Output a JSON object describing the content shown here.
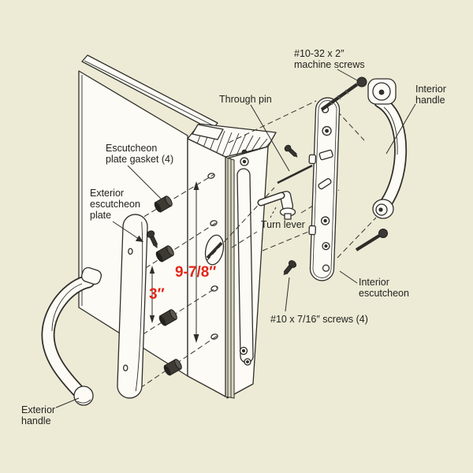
{
  "diagram": {
    "kind": "exploded-parts-diagram",
    "subject": "sliding door handle set hardware"
  },
  "colors": {
    "background": "#edebd6",
    "line_art": "#2f2e29",
    "part_fill": "#fcfbf5",
    "dimension_text": "#e2271a"
  },
  "labels": {
    "machine_screws": {
      "line1": "#10-32 x 2″",
      "line2": "machine screws"
    },
    "interior_handle": {
      "line1": "Interior",
      "line2": "handle"
    },
    "through_pin": {
      "line1": "Through pin"
    },
    "escutcheon_gasket": {
      "line1": "Escutcheon",
      "line2": "plate gasket (4)"
    },
    "exterior_plate": {
      "line1": "Exterior",
      "line2": "escutcheon",
      "line3": "plate"
    },
    "turn_lever": {
      "line1": "Turn lever"
    },
    "interior_escutcheon": {
      "line1": "Interior",
      "line2": "escutcheon"
    },
    "screws": {
      "line1": "#10 x 7/16″ screws (4)"
    },
    "exterior_handle": {
      "line1": "Exterior",
      "line2": "handle"
    }
  },
  "dimensions": {
    "stile_height": "9-7/8″",
    "gasket_spacing": "3″"
  }
}
